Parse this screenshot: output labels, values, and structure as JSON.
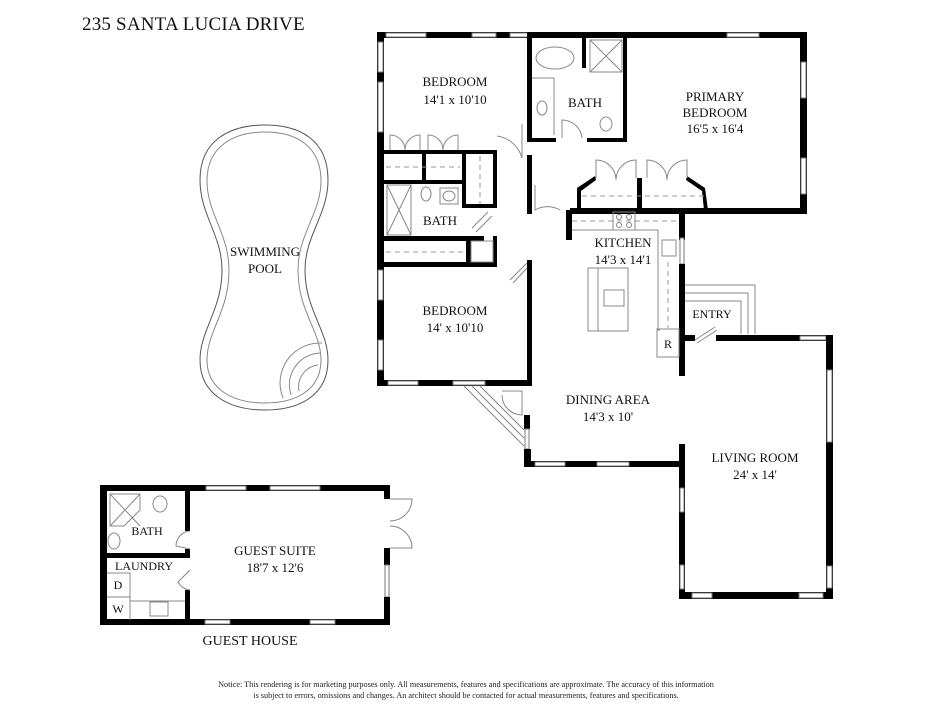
{
  "title": "235 SANTA LUCIA DRIVE",
  "rooms": {
    "bedroom1": {
      "name": "BEDROOM",
      "size": "14'1 x 10'10"
    },
    "bath_primary": {
      "name": "BATH"
    },
    "primary_bedroom": {
      "name_line1": "PRIMARY",
      "name_line2": "BEDROOM",
      "size": "16'5 x 16'4"
    },
    "bath_hall": {
      "name": "BATH"
    },
    "kitchen": {
      "name": "KITCHEN",
      "size": "14'3 x 14'1"
    },
    "refrigerator": {
      "label": "R"
    },
    "entry": {
      "name": "ENTRY"
    },
    "bedroom2": {
      "name": "BEDROOM",
      "size": "14' x 10'10"
    },
    "dining": {
      "name": "DINING AREA",
      "size": "14'3 x 10'"
    },
    "living": {
      "name": "LIVING ROOM",
      "size": "24' x 14'"
    },
    "pool": {
      "name_line1": "SWIMMING",
      "name_line2": "POOL"
    },
    "guest_bath": {
      "name": "BATH"
    },
    "laundry": {
      "name": "LAUNDRY",
      "dryer": "D",
      "washer": "W"
    },
    "guest_suite": {
      "name": "GUEST SUITE",
      "size": "18'7 x 12'6"
    }
  },
  "guest_house_label": "GUEST HOUSE",
  "notice": {
    "line1": "Notice: This rendering is for marketing purposes only. All measurements, features and specifications are approximate. The accuracy of this information",
    "line2": "is subject to errors, omissions and changes. An architect should be contacted for actual measurements, features and specifications."
  },
  "colors": {
    "wall": "#000000",
    "fixture": "#888888",
    "background": "#ffffff"
  }
}
